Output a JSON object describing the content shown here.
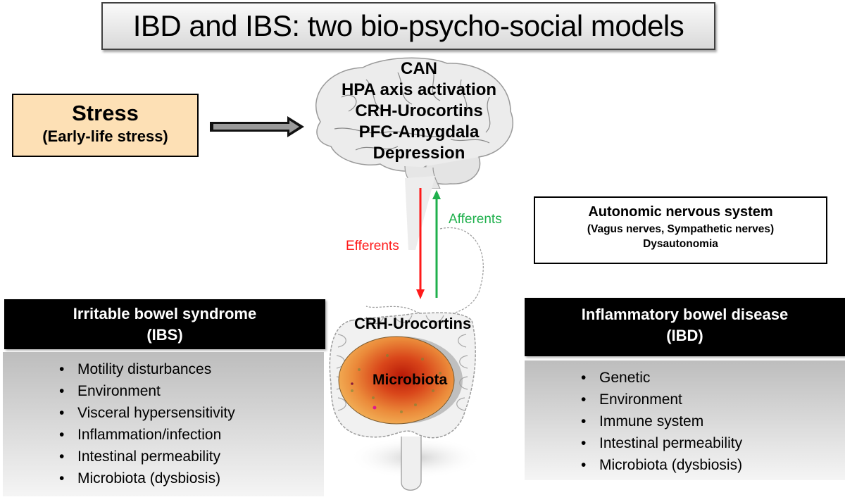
{
  "title": "IBD and IBS: two bio-psycho-social models",
  "stress": {
    "title": "Stress",
    "subtitle": "(Early-life stress)"
  },
  "brain": {
    "items": [
      "CAN",
      "HPA axis activation",
      "CRH-Urocortins",
      "PFC-Amygdala",
      "Depression"
    ]
  },
  "pathways": {
    "efferents": {
      "label": "Efferents",
      "color": "#ff1a1a",
      "direction": "down"
    },
    "afferents": {
      "label": "Afferents",
      "color": "#1fb04c",
      "direction": "up"
    }
  },
  "autonomic": {
    "title": "Autonomic nervous system",
    "subtitle": "(Vagus nerves, Sympathetic nerves)",
    "subtitle2": "Dysautonomia"
  },
  "gut": {
    "crh_label": "CRH-Urocortins",
    "microbiota_label": "Microbiota"
  },
  "ibs": {
    "title_line1": "Irritable bowel syndrome",
    "title_line2": "(IBS)",
    "items": [
      "Motility disturbances",
      "Environment",
      "Visceral hypersensitivity",
      "Inflammation/infection",
      "Intestinal permeability",
      "Microbiota (dysbiosis)"
    ]
  },
  "ibd": {
    "title_line1": "Inflammatory bowel disease",
    "title_line2": "(IBD)",
    "items": [
      "Genetic",
      "Environment",
      "Immune system",
      "Intestinal permeability",
      "Microbiota (dysbiosis)"
    ]
  },
  "colors": {
    "stress_fill": "#fde0b5",
    "panel_header": "#000000"
  }
}
